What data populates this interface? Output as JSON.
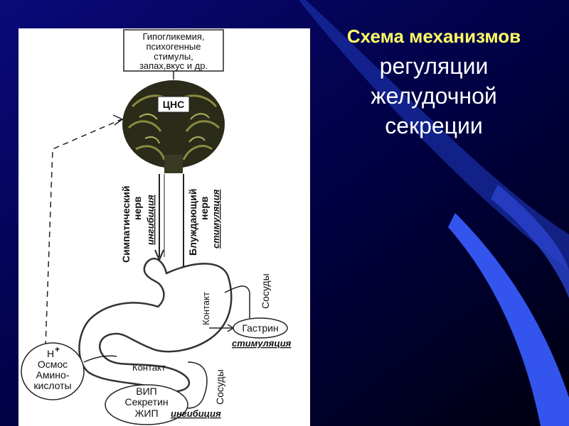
{
  "title": {
    "line1": "Схема механизмов",
    "line2": "регуляции",
    "line3": "желудочной",
    "line4": "секреции"
  },
  "diagram": {
    "stimuli": [
      "Гипогликемия,",
      "психогенные",
      "стимулы,",
      "запах,вкус и др."
    ],
    "cns": "ЦНС",
    "sympathetic": {
      "line1": "Симпатический",
      "line2": "нерв",
      "effect": "ингибиция"
    },
    "vagus": {
      "line1": "Блуждающий",
      "line2": "нерв",
      "effect": "стимуляция"
    },
    "contact_stomach": "Контакт",
    "vessels_top": "Сосуды",
    "gastrin": "Гастрин",
    "gastrin_effect": "стимуляция",
    "intestine_factors": [
      "Н",
      "Осмос",
      "Амино-",
      "кислоты"
    ],
    "h_plus": "+",
    "contact_intestine": "Контакт",
    "vessels_bottom": "Сосуды",
    "hormones": [
      "ВИП",
      "Секретин",
      "ЖИП"
    ],
    "hormones_effect": "ингибиция"
  },
  "colors": {
    "background": "#000033",
    "title_accent": "#ffff66",
    "title_text": "#ffffff",
    "stripe": "#3355ee"
  }
}
